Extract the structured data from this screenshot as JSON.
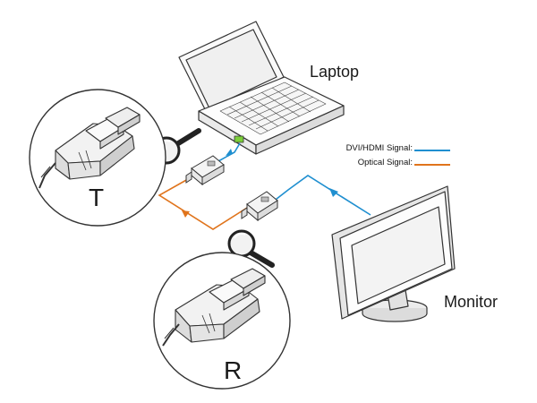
{
  "labels": {
    "laptop": "Laptop",
    "monitor": "Monitor",
    "transmitter": "T",
    "receiver": "R"
  },
  "legend": {
    "items": [
      {
        "label": "DVI/HDMI Signal:",
        "color": "#1f8fd0"
      },
      {
        "label": "Optical Signal:",
        "color": "#e0741c"
      }
    ]
  },
  "colors": {
    "dvi_hdmi_signal": "#1f8fd0",
    "optical_signal": "#e0741c",
    "outline": "#333333",
    "status_led": "#7ccf3a"
  },
  "icons": {
    "laptop": "laptop-icon",
    "monitor": "monitor-icon",
    "magnifier": "magnifying-glass-icon",
    "module": "hdmi-connector-icon"
  }
}
